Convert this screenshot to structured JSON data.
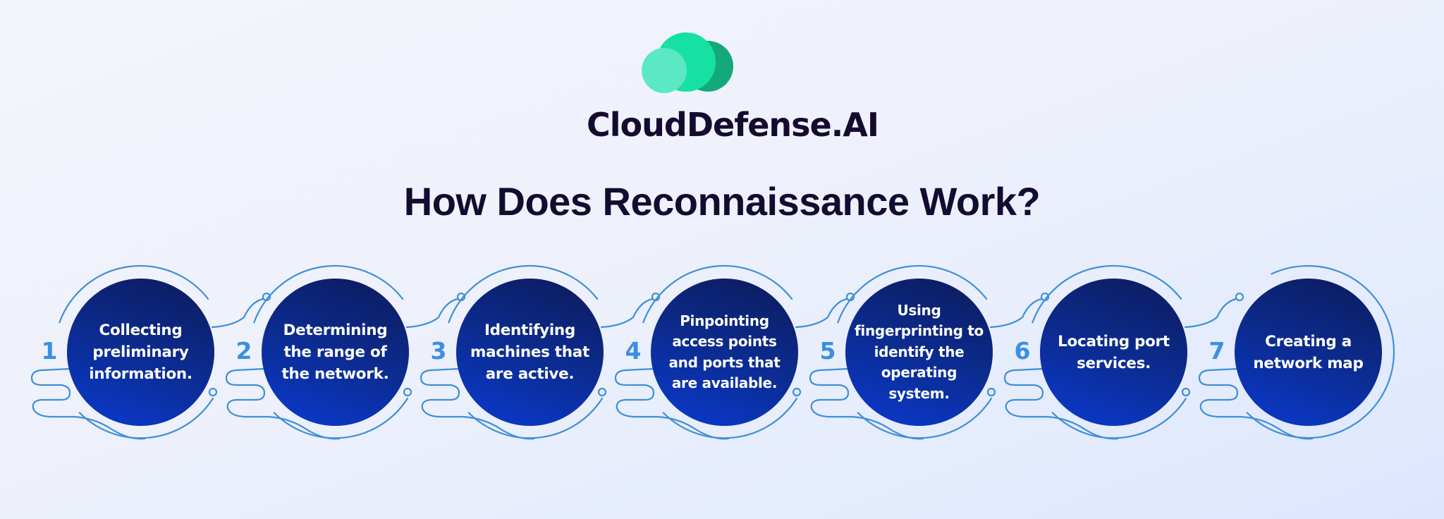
{
  "brand": {
    "name": "CloudDefense.AI",
    "logo_icon": "cloud-logo-icon",
    "colors": {
      "logo_light": "#5ae9c3",
      "logo_mid": "#16e1a3",
      "logo_dark": "#13a97a",
      "text": "#150b2e"
    }
  },
  "title": "How Does Reconnaissance Work?",
  "colors": {
    "circle_top": "#0d1a5a",
    "circle_bottom": "#0a3ad0",
    "accent_number": "#3b8fe2",
    "wire": "#3f8fd8"
  },
  "steps": [
    {
      "number": "1",
      "text": "Collecting\npreliminary\ninformation."
    },
    {
      "number": "2",
      "text": "Determining\nthe range of\nthe network."
    },
    {
      "number": "3",
      "text": "Identifying\nmachines that\nare active."
    },
    {
      "number": "4",
      "text": "Pinpointing\naccess points\nand ports that\nare available."
    },
    {
      "number": "5",
      "text": "Using\nfingerprinting to\nidentify the\noperating\nsystem."
    },
    {
      "number": "6",
      "text": "Locating port\nservices."
    },
    {
      "number": "7",
      "text": "Creating a\nnetwork map"
    }
  ]
}
